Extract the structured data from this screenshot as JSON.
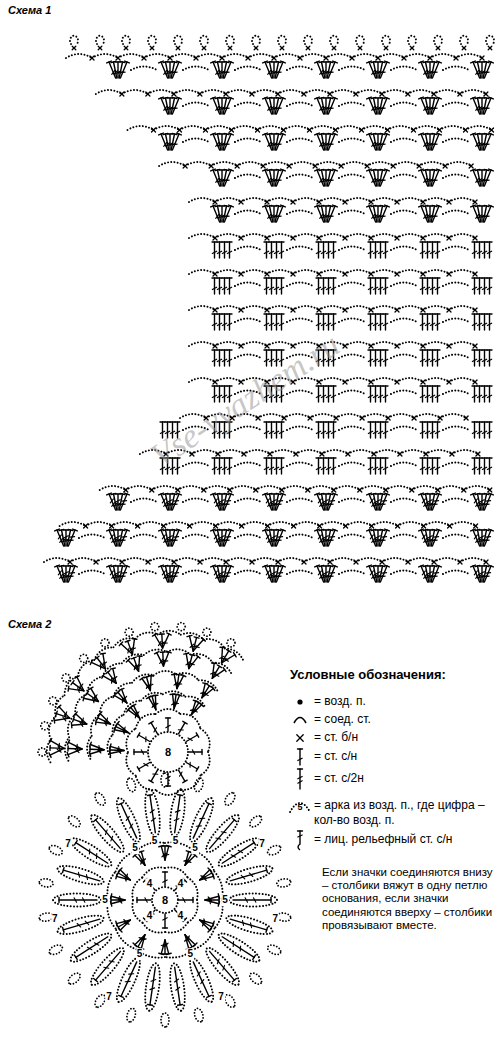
{
  "diagram": {
    "labels": [
      "Схема 1",
      "Vse-vyazhem.ru",
      "Схема 2",
      "8",
      "8",
      "4",
      "4",
      "4",
      "4",
      "5",
      "5",
      "5",
      "5",
      "5",
      "5",
      "5",
      "5",
      "7",
      "7",
      "7",
      "7",
      "7",
      "7",
      "Условные обозначения:",
      "5",
      "Если значки соединяются внизу – столбики вяжут в одну петлю основания, если значки соединяются вверху – столбики провязывают вместе."
    ],
    "legend": [
      {
        "text": "= возд. п."
      },
      {
        "text": "= соед. ст."
      },
      {
        "text": "= ст. б/н"
      },
      {
        "text": "= ст. с/н"
      },
      {
        "text": "= ст. с/2н"
      },
      {
        "text": "= арка из возд. п., где цифра – кол-во возд. п."
      },
      {
        "text": "= лиц. рельефный ст. с/н"
      }
    ]
  }
}
